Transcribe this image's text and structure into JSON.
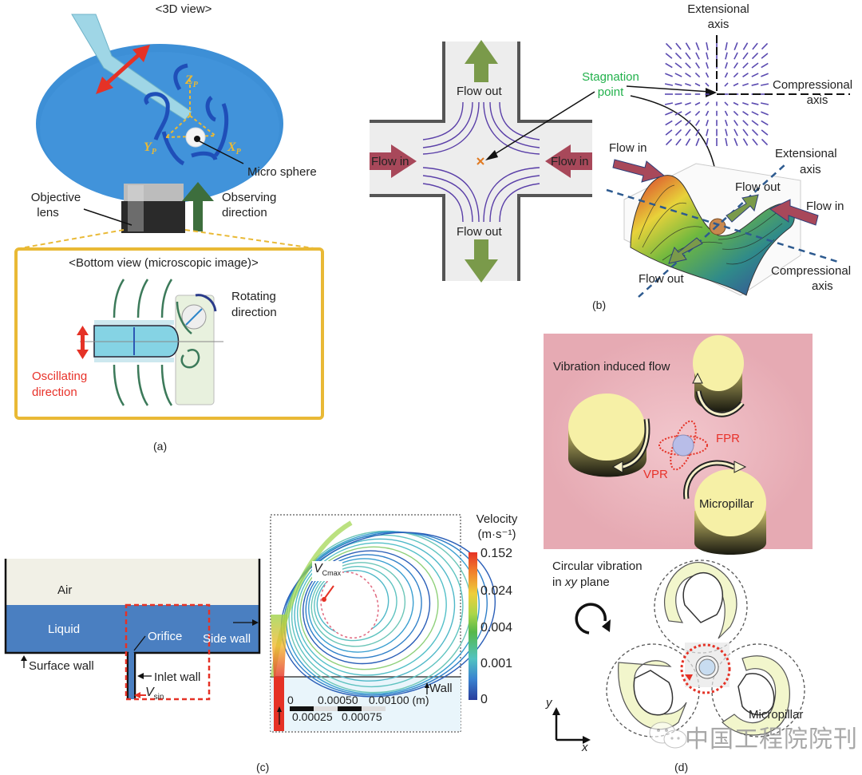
{
  "panel_a": {
    "title_3d": "<3D view>",
    "micro_sphere": "Micro sphere",
    "objective_lens_line1": "Objective",
    "objective_lens_line2": "lens",
    "observing_line1": "Observing",
    "observing_line2": "direction",
    "axis_z": "Z",
    "axis_y": "Y",
    "axis_x": "X",
    "axis_sub": "P",
    "bottom_title": "<Bottom view (microscopic image)>",
    "rotating_line1": "Rotating",
    "rotating_line2": "direction",
    "oscillating_line1": "Oscillating",
    "oscillating_line2": "direction",
    "caption": "(a)"
  },
  "panel_b": {
    "flow_out_top": "Flow out",
    "flow_out_bottom": "Flow out",
    "flow_in_left": "Flow in",
    "flow_in_right": "Flow in",
    "stagnation_line1": "Stagnation",
    "stagnation_line2": "point",
    "extensional_top_line1": "Extensional",
    "extensional_top_line2": "axis",
    "compressional_top_line1": "Compressional",
    "compressional_top_line2": "axis",
    "surf_flow_in_left": "Flow in",
    "surf_flow_in_right": "Flow in",
    "surf_flow_out_top": "Flow out",
    "surf_flow_out_bottom": "Flow out",
    "extensional_surf_line1": "Extensional",
    "extensional_surf_line2": "axis",
    "compressional_surf_line1": "Compressional",
    "compressional_surf_line2": "axis",
    "caption": "(b)"
  },
  "panel_c": {
    "air": "Air",
    "liquid": "Liquid",
    "orifice": "Orifice",
    "side_wall": "Side wall",
    "surface_wall": "Surface wall",
    "inlet_wall": "Inlet wall",
    "v_sin_main": "V",
    "v_sin_sub": "sin",
    "v_cmax_main": "V",
    "v_cmax_sub": "Cmax",
    "wall": "Wall",
    "colorbar_title_line1": "Velocity",
    "colorbar_title_line2": "(m·s⁻¹)",
    "colorbar_ticks": [
      "0.152",
      "0.024",
      "0.004",
      "0.001",
      "0"
    ],
    "scale_top": [
      "0",
      "0.00050",
      "0.00100 (m)"
    ],
    "scale_bottom": [
      "0.00025",
      "0.00075"
    ],
    "caption": "(c)"
  },
  "panel_d": {
    "vibration_flow": "Vibration induced flow",
    "fpr": "FPR",
    "vpr": "VPR",
    "micropillar_top": "Micropillar",
    "circular_line1": "Circular vibration",
    "circular_line2_pre": "in ",
    "circular_line2_it": "xy",
    "circular_line2_post": " plane",
    "micropillar_bottom": "Micropillar",
    "axis_y": "y",
    "axis_x": "x",
    "caption": "(d)"
  },
  "watermark": "中国工程院院刊",
  "colors": {
    "disk_blue": "#3d8fd6",
    "gold_frame": "#e9b935",
    "flow_in_arrow": "#a8485a",
    "flow_out_arrow": "#7a9a4a",
    "liquid": "#4a7fc1",
    "air": "#f1f0e6",
    "pink_bg": "#e6aab3",
    "pillar_yellow": "#f6f0a6",
    "stagnation_green": "#22b14c",
    "label_red": "#e8322a"
  }
}
